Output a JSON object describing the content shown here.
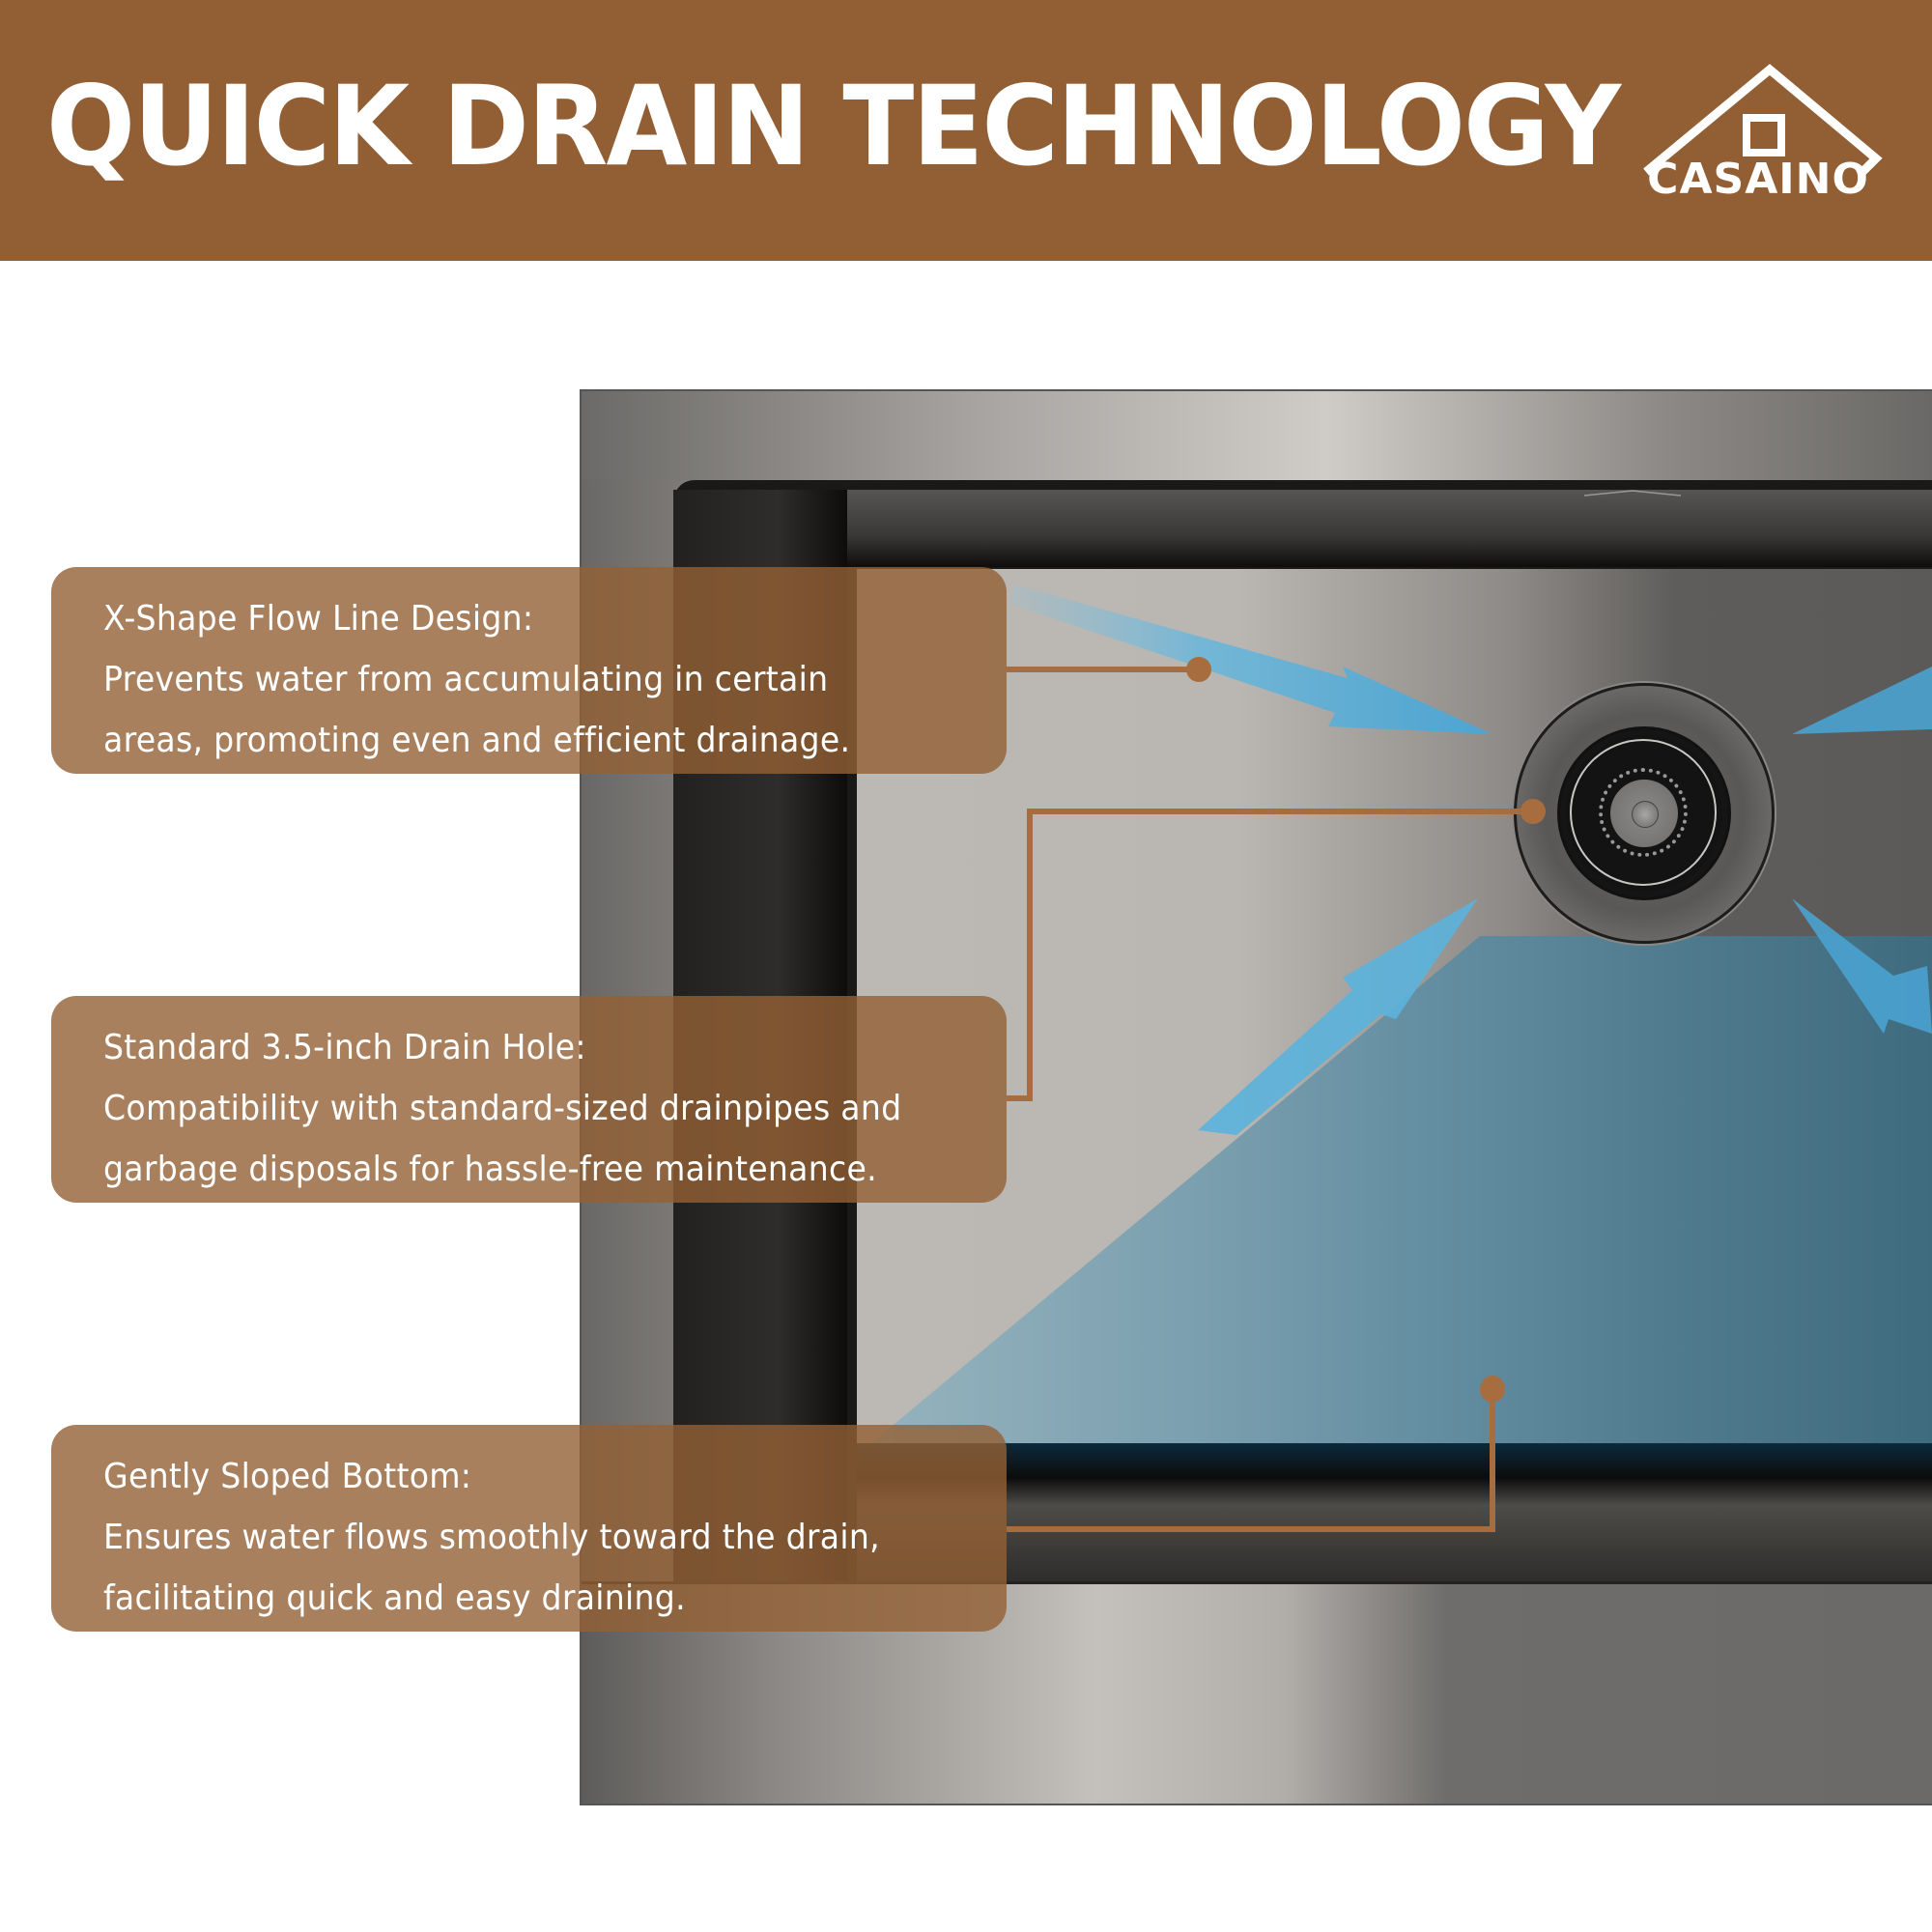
{
  "header": {
    "title": "QUICK DRAIN TECHNOLOGY",
    "background_color": "#925f34",
    "brand_logo": {
      "text": "CASAINO",
      "icon": "house-roof-icon"
    }
  },
  "product": {
    "name": "stainless steel undermount sink (gunmetal finish)",
    "back_wall_logo_icon": "casaino-embossed-logo-icon"
  },
  "callouts": [
    {
      "title": "X-Shape Flow Line Design:",
      "lines": [
        "Prevents water from accumulating in certain",
        "areas, promoting even and efficient drainage."
      ],
      "target": "flow-line-arrow"
    },
    {
      "title": "Standard 3.5-inch Drain Hole:",
      "lines": [
        "Compatibility with standard-sized drainpipes and",
        "garbage disposals for hassle-free maintenance."
      ],
      "target": "drain-hole"
    },
    {
      "title": "Gently Sloped Bottom:",
      "lines": [
        "Ensures water flows smoothly toward the drain,",
        "facilitating quick and easy draining."
      ],
      "target": "sink-bottom"
    }
  ],
  "colors": {
    "accent_brown": "#925f34",
    "callout_fill": "rgba(148,96,52,0.80)",
    "connector_line": "#a86d3e",
    "flow_arrow_blue": "#4fb0dc",
    "water_blue": "#4a7f95"
  }
}
